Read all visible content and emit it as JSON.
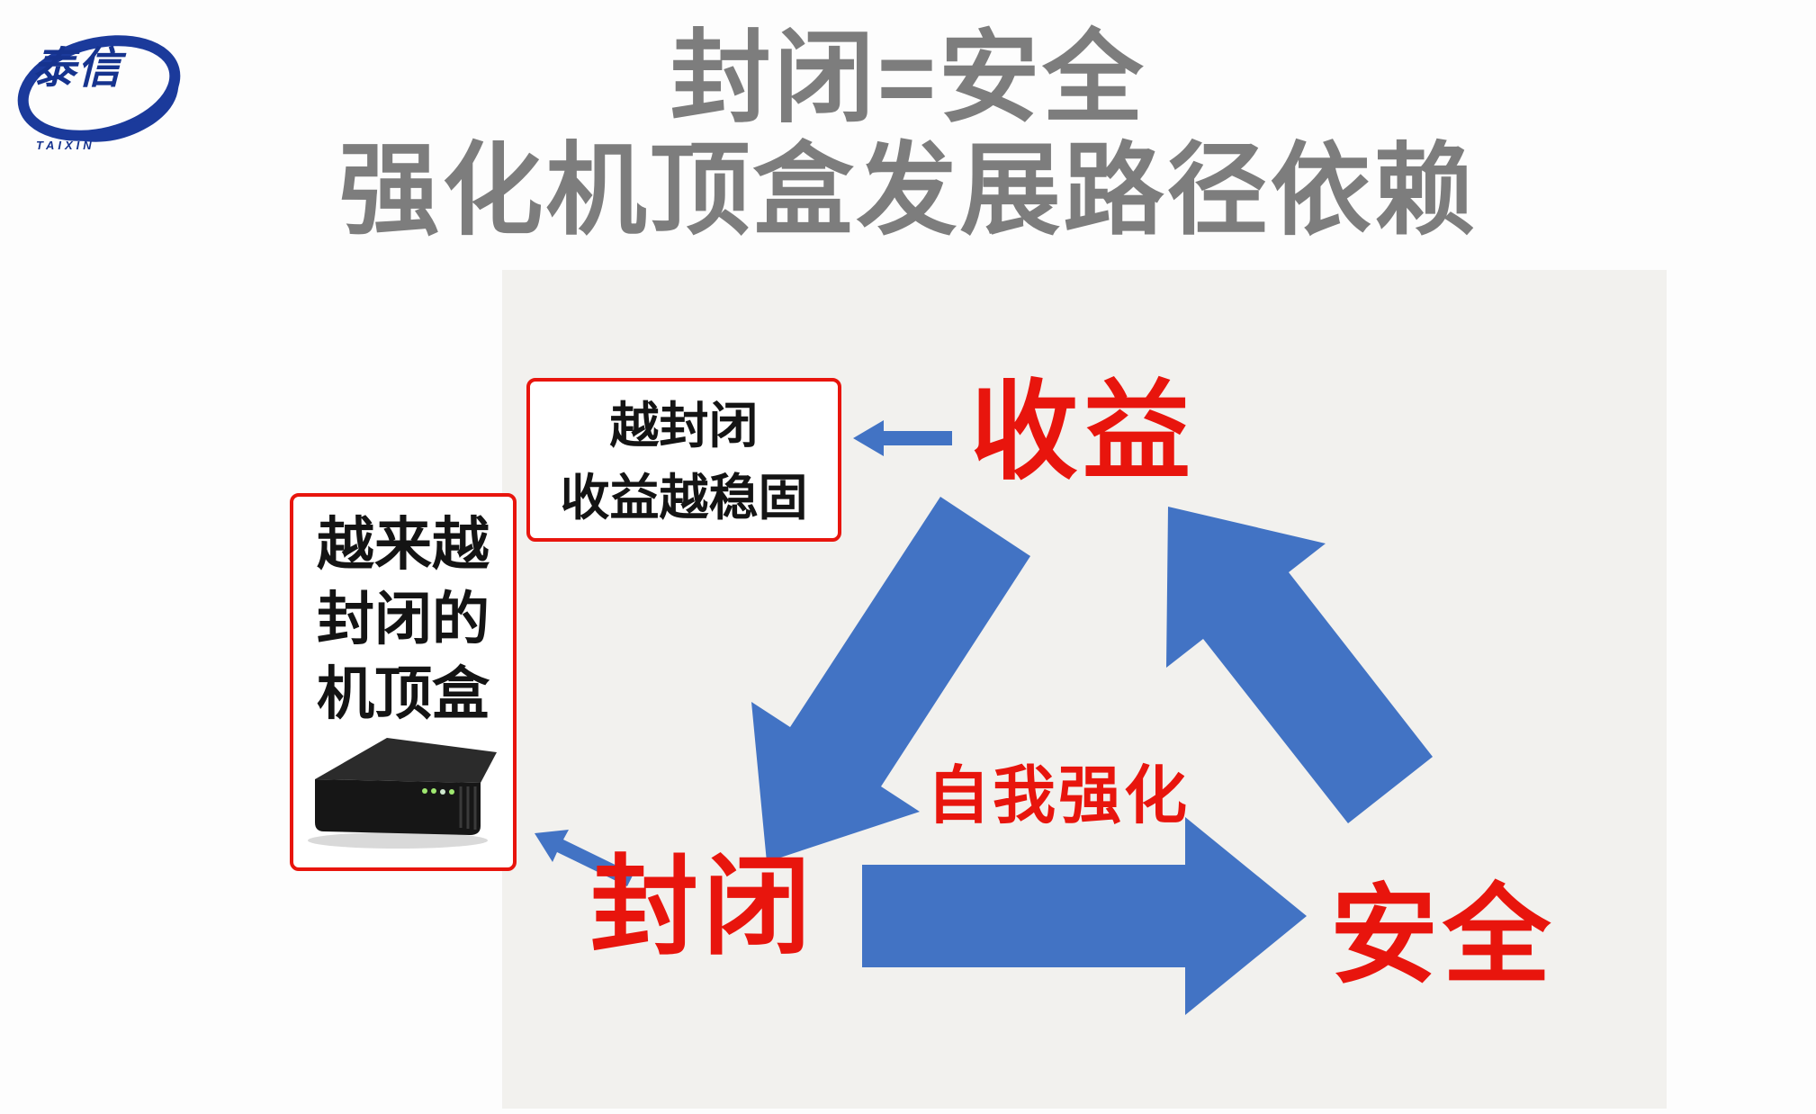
{
  "logo": {
    "brand": "泰信",
    "sub": "TAIXIN"
  },
  "title": {
    "line1": "封闭=安全",
    "line2": "强化机顶盒发展路径依赖"
  },
  "diagram": {
    "nodes": {
      "revenue": "收益",
      "closed": "封闭",
      "safety": "安全"
    },
    "center_label": "自我强化",
    "callout_revenue": {
      "line1": "越封闭",
      "line2": "收益越稳固"
    },
    "callout_stb": {
      "line1": "越来越",
      "line2": "封闭的",
      "line3": "机顶盒"
    },
    "colors": {
      "red": "#e8150d",
      "blue": "#4273c4",
      "title_gray": "#7d7d7d",
      "backdrop": "#f2f1ee",
      "logo_blue": "#16338e"
    }
  }
}
